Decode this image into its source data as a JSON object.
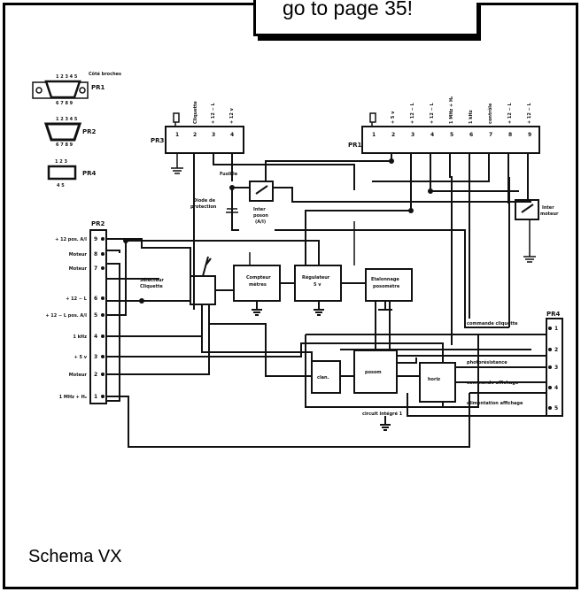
{
  "banner": {
    "text": "go to page 35!"
  },
  "caption": {
    "text": "Schema VX"
  },
  "diagram": {
    "top_left": {
      "cote_broches": "Côté broches",
      "pr1_small": "PR1",
      "pr1_pins_top": "1 2 3 4 5",
      "pr1_pins_bottom": "6 7 8 9",
      "pr2_small": "PR2",
      "pr2_pins_top": "1 2 3 4 5",
      "pr2_pins_bottom": "6 7 8 9",
      "pr4_small": "PR4",
      "pr4_pins_top": "1 2 3",
      "pr4_pins_bottom": "4 5"
    },
    "pr3": {
      "label": "PR3",
      "pins": [
        "1",
        "2",
        "3",
        "4"
      ],
      "signals": [
        "Cliquette",
        "+ 12 − L",
        "+ 12 v"
      ],
      "fusible": "Fusible",
      "diode": [
        "Diode de",
        "protection"
      ],
      "inter_poson": [
        "Inter",
        "poson",
        "(A/I)"
      ]
    },
    "pr1": {
      "label": "PR1",
      "pins": [
        "1",
        "2",
        "3",
        "4",
        "5",
        "6",
        "7",
        "8",
        "9"
      ],
      "signals": [
        "+ 5 v",
        "+ 12 − L",
        "+ 12 − L",
        "1 MHz + H₀",
        "1 kHz",
        "contrôle",
        "+ 12 − L",
        "+ 12 − L"
      ],
      "inter_moteur": [
        "Inter",
        "moteur"
      ]
    },
    "pr2": {
      "label": "PR2",
      "rows": [
        {
          "label": "+ 12 pos. A/I",
          "pin": "9"
        },
        {
          "label": "Moteur",
          "pin": "8"
        },
        {
          "label": "Moteur",
          "pin": "7"
        },
        {
          "label": "+ 12 − L",
          "pin": "6"
        },
        {
          "label": "+ 12 − L pos. A/I",
          "pin": "5"
        },
        {
          "label": "1 kHz",
          "pin": "4"
        },
        {
          "label": "+ 5 v",
          "pin": "3"
        },
        {
          "label": "Moteur",
          "pin": "2"
        },
        {
          "label": "1 MHz + H₀",
          "pin": "1"
        }
      ]
    },
    "blocks": {
      "selecteur": [
        "Sélecteur",
        "Cliquette"
      ],
      "compteur": [
        "Compteur",
        "mètres"
      ],
      "regulateur": [
        "Régulateur",
        "5 v"
      ],
      "etalonnage": [
        "Etalonnage",
        "posomètre"
      ],
      "clan": "clan.",
      "posom": "posom",
      "horiz": "horiz"
    },
    "pr4": {
      "label": "PR4",
      "rows": [
        {
          "signal": "commande cliquette",
          "pin": "1"
        },
        {
          "signal": "",
          "pin": "2"
        },
        {
          "signal": "photorésistance",
          "pin": "3"
        },
        {
          "signal": "commande affichage",
          "pin": "4"
        },
        {
          "signal": "alimentation affichage",
          "pin": "5"
        }
      ]
    },
    "circuit": "circuit intégré 1"
  }
}
